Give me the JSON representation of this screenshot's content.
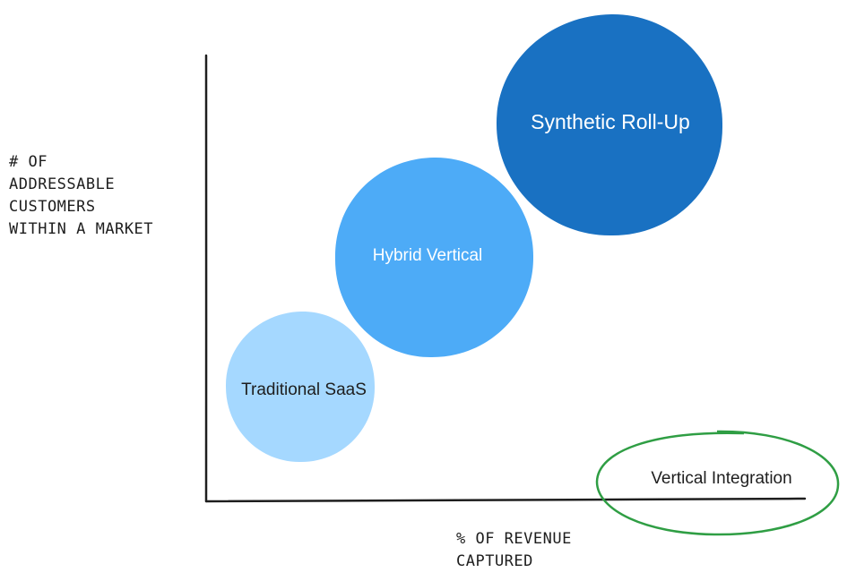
{
  "y_axis_label": [
    "# OF",
    "ADDRESSABLE",
    "CUSTOMERS",
    "WITHIN A MARKET"
  ],
  "x_axis_label": [
    "% OF REVENUE",
    "CAPTURED"
  ],
  "bubbles": {
    "traditional_saas": {
      "label": "Traditional SaaS",
      "fill": "#a5d8ff",
      "text_color": "#1e1e1e"
    },
    "hybrid_vertical": {
      "label": "Hybrid Vertical",
      "fill": "#4dabf7",
      "text_color": "#ffffff"
    },
    "synthetic_rollup": {
      "label": "Synthetic Roll-Up",
      "fill": "#1971c2",
      "text_color": "#ffffff"
    }
  },
  "vertical_integration": {
    "label": "Vertical Integration",
    "stroke": "#2f9e44",
    "text_color": "#1e1e1e"
  }
}
